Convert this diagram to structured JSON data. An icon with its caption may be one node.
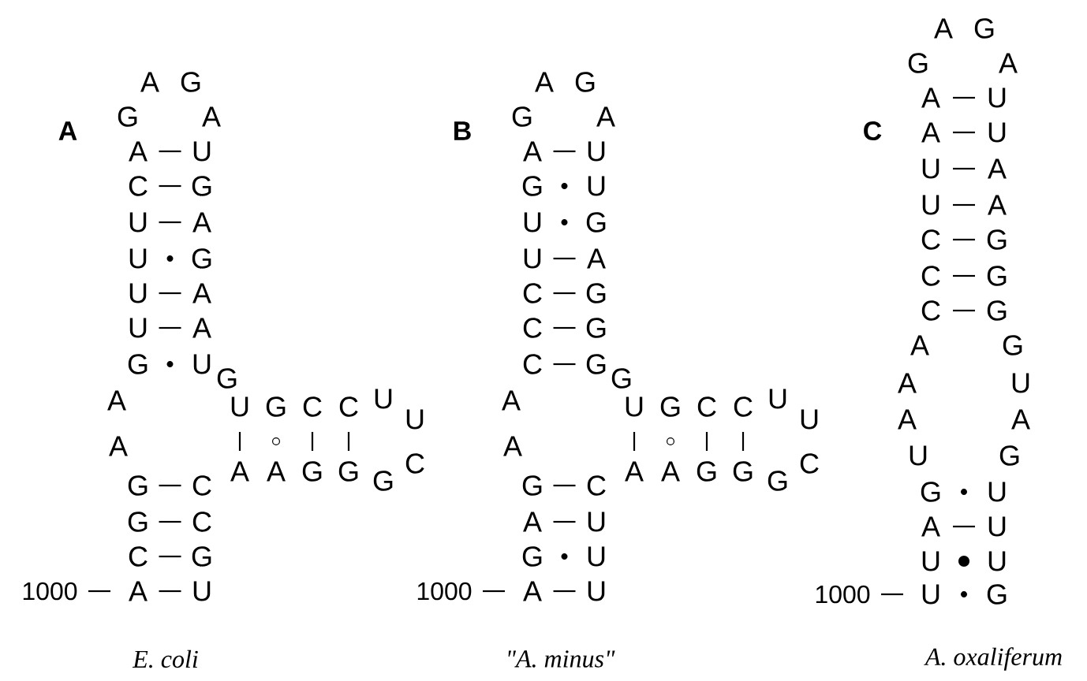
{
  "diagram": {
    "labels": [
      "A",
      "A",
      "G",
      "G",
      "A",
      "A",
      "U",
      "C",
      "G",
      "U",
      "A",
      "U",
      "G",
      "U",
      "A",
      "U",
      "A",
      "G",
      "U",
      "G",
      "A",
      "A",
      "U",
      "G",
      "C",
      "C",
      "U",
      "U",
      "A",
      "A",
      "G",
      "G",
      "G",
      "C",
      "G",
      "C",
      "G",
      "C",
      "C",
      "G",
      "1000",
      "A",
      "U",
      "E. coli",
      "B",
      "A",
      "G",
      "G",
      "A",
      "A",
      "U",
      "G",
      "U",
      "U",
      "G",
      "U",
      "A",
      "C",
      "G",
      "C",
      "G",
      "C",
      "G",
      "G",
      "A",
      "A",
      "U",
      "G",
      "C",
      "C",
      "U",
      "U",
      "A",
      "A",
      "G",
      "G",
      "G",
      "C",
      "G",
      "C",
      "A",
      "U",
      "G",
      "U",
      "1000",
      "A",
      "U",
      "\"A. minus\"",
      "C",
      "A",
      "G",
      "G",
      "A",
      "A",
      "U",
      "A",
      "U",
      "U",
      "A",
      "U",
      "A",
      "C",
      "G",
      "C",
      "G",
      "C",
      "G",
      "A",
      "G",
      "A",
      "U",
      "A",
      "A",
      "U",
      "G",
      "G",
      "U",
      "A",
      "U",
      "U",
      "U",
      "1000",
      "U",
      "G",
      "A. oxaliferum"
    ]
  }
}
